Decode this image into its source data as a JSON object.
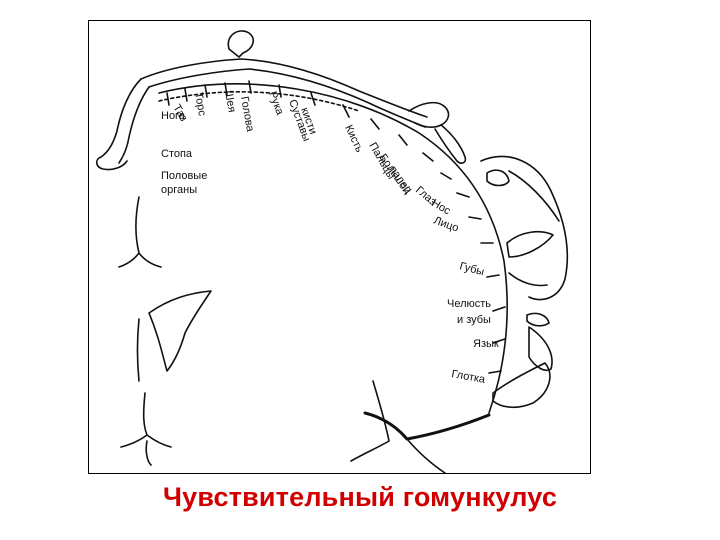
{
  "caption": "Чувствительный гомункулус",
  "labels": {
    "taz": "Таз",
    "tors": "Торс",
    "sheya": "Шея",
    "golova": "Голова",
    "ruka": "Рука",
    "sustavy": "Суставы",
    "kisti": "кисти",
    "kist": "Кисть",
    "palcy": "Пальцы",
    "bolshoy": "Большой",
    "palec": "палец",
    "glaz": "Глаз",
    "nos": "Нос",
    "lico": "Лицо",
    "guby": "Губы",
    "chelyust": "Челюсть",
    "i_zuby": "и зубы",
    "yazyk": "Язык",
    "glotka": "Глотка",
    "noga": "Нога",
    "stopa": "Стопа",
    "polovye": "Половые",
    "organy": "органы"
  }
}
